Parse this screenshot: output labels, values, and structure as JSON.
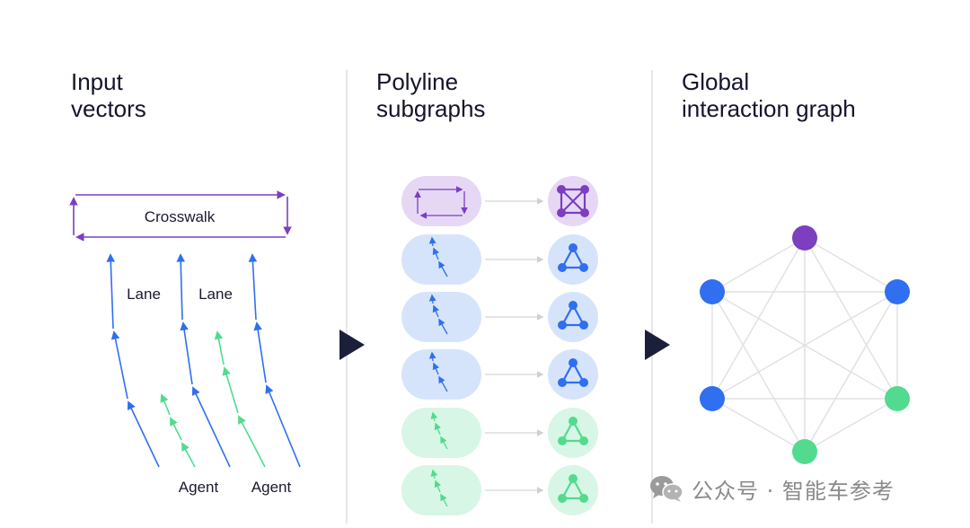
{
  "panels": [
    {
      "title": "Input\nvectors"
    },
    {
      "title": "Polyline\nsubgraphs"
    },
    {
      "title": "Global\ninteraction graph"
    }
  ],
  "input_vectors": {
    "crosswalk_label": "Crosswalk",
    "lane_labels": [
      "Lane",
      "Lane"
    ],
    "agent_labels": [
      "Agent",
      "Agent"
    ]
  },
  "subgraph_rows": [
    {
      "kind": "crosswalk",
      "color": "#7b3fbf",
      "fill": "#e6d8f5"
    },
    {
      "kind": "lane",
      "color": "#2f6ff0",
      "fill": "#d6e4fb"
    },
    {
      "kind": "lane",
      "color": "#2f6ff0",
      "fill": "#d6e4fb"
    },
    {
      "kind": "lane",
      "color": "#2f6ff0",
      "fill": "#d6e4fb"
    },
    {
      "kind": "agent",
      "color": "#52db8e",
      "fill": "#d8f6e6"
    },
    {
      "kind": "agent",
      "color": "#52db8e",
      "fill": "#d8f6e6"
    }
  ],
  "global_graph_nodes": [
    {
      "kind": "crosswalk",
      "color": "#7b3fbf"
    },
    {
      "kind": "lane",
      "color": "#2f6ff0"
    },
    {
      "kind": "lane",
      "color": "#2f6ff0"
    },
    {
      "kind": "lane",
      "color": "#2f6ff0"
    },
    {
      "kind": "agent",
      "color": "#52db8e"
    },
    {
      "kind": "agent",
      "color": "#52db8e"
    }
  ],
  "colors": {
    "crosswalk": "#7b3fbf",
    "lane": "#2f6ff0",
    "agent": "#52db8e",
    "arrow": "#1c1f3a"
  },
  "watermark": {
    "text": "公众号 · 智能车参考",
    "icon": "wechat-icon"
  }
}
